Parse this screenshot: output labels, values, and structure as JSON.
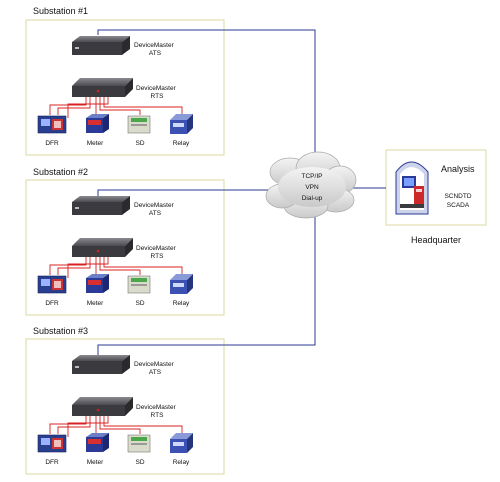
{
  "substations": [
    {
      "title": "Substation #1",
      "ats": [
        "DeviceMaster",
        "ATS"
      ],
      "rts": [
        "DeviceMaster",
        "RTS"
      ],
      "devices": [
        "DFR",
        "Meter",
        "SD",
        "Relay"
      ]
    },
    {
      "title": "Substation #2",
      "ats": [
        "DeviceMaster",
        "ATS"
      ],
      "rts": [
        "DeviceMaster",
        "RTS"
      ],
      "devices": [
        "DFR",
        "Meter",
        "SD",
        "Relay"
      ]
    },
    {
      "title": "Substation #3",
      "ats": [
        "DeviceMaster",
        "ATS"
      ],
      "rts": [
        "DeviceMaster",
        "RTS"
      ],
      "devices": [
        "DFR",
        "Meter",
        "SD",
        "Relay"
      ]
    }
  ],
  "network": {
    "lines": [
      "TCP/IP",
      "VPN",
      "Dial-up"
    ]
  },
  "headquarter": {
    "title": "Analysis",
    "systems": [
      "SCNDTD",
      "SCADA"
    ],
    "caption": "Headquarter"
  },
  "colors": {
    "panel_border": "#ddd9a0",
    "network_line": "#2b3a96",
    "serial_line": "#d82020",
    "device_body": "#3b3b3f"
  }
}
